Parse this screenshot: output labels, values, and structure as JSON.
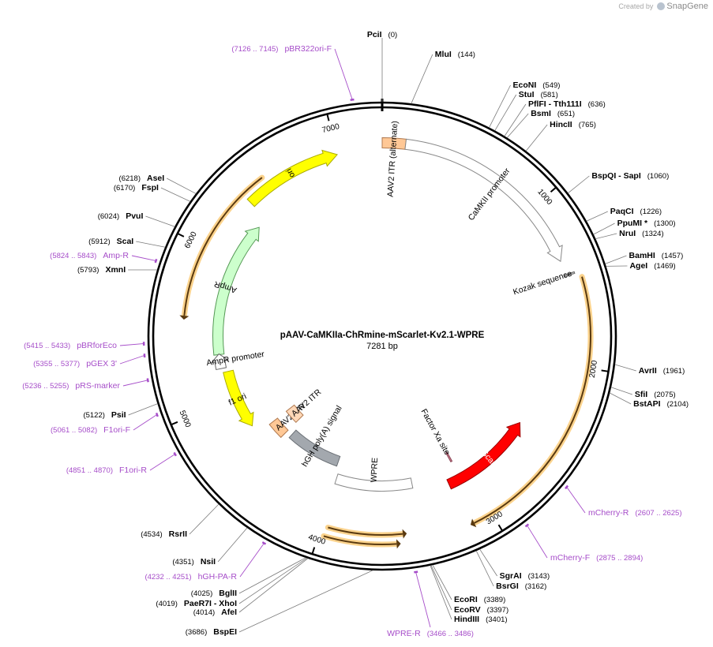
{
  "watermark": {
    "prefix": "Created by",
    "brand": "SnapGene"
  },
  "plasmid": {
    "name": "pAAV-CaMKIIa-ChRmine-mScarlet-Kv2.1-WPRE",
    "length_label": "7281 bp",
    "length": 7281
  },
  "colors": {
    "primer": "#a64dc9",
    "site_line": "#7a7a7a",
    "tick_line": "#000000"
  },
  "ticks": [
    "1000",
    "2000",
    "3000",
    "4000",
    "5000",
    "6000",
    "7000"
  ],
  "sites": [
    {
      "name": "PciI",
      "pos": "(0)",
      "bp": 0
    },
    {
      "name": "MluI",
      "pos": "(144)",
      "bp": 144
    },
    {
      "name": "EcoNI",
      "pos": "(549)",
      "bp": 549
    },
    {
      "name": "StuI",
      "pos": "(581)",
      "bp": 581
    },
    {
      "name": "PflFI  - Tth111I",
      "pos": "(636)",
      "bp": 636
    },
    {
      "name": "BsmI",
      "pos": "(651)",
      "bp": 651
    },
    {
      "name": "HincII",
      "pos": "(765)",
      "bp": 765
    },
    {
      "name": "BspQI  - SapI",
      "pos": "(1060)",
      "bp": 1060
    },
    {
      "name": "PaqCI",
      "pos": "(1226)",
      "bp": 1226
    },
    {
      "name": "PpuMI *",
      "pos": "(1300)",
      "bp": 1300
    },
    {
      "name": "NruI",
      "pos": "(1324)",
      "bp": 1324
    },
    {
      "name": "BamHI",
      "pos": "(1457)",
      "bp": 1457
    },
    {
      "name": "AgeI",
      "pos": "(1469)",
      "bp": 1469
    },
    {
      "name": "AvrII",
      "pos": "(1961)",
      "bp": 1961
    },
    {
      "name": "SfiI",
      "pos": "(2075)",
      "bp": 2075
    },
    {
      "name": "BstAPI",
      "pos": "(2104)",
      "bp": 2104
    },
    {
      "name": "SgrAI",
      "pos": "(3143)",
      "bp": 3143
    },
    {
      "name": "BsrGI",
      "pos": "(3162)",
      "bp": 3162
    },
    {
      "name": "EcoRI",
      "pos": "(3389)",
      "bp": 3389
    },
    {
      "name": "EcoRV",
      "pos": "(3397)",
      "bp": 3397
    },
    {
      "name": "HindIII",
      "pos": "(3401)",
      "bp": 3401
    },
    {
      "name": "BspEI",
      "pos": "(3686)",
      "bp": 3686
    },
    {
      "name": "AfeI",
      "pos": "(4014)",
      "bp": 4014
    },
    {
      "name": "PaeR7I  - XhoI",
      "pos": "(4019)",
      "bp": 4019
    },
    {
      "name": "BglII",
      "pos": "(4025)",
      "bp": 4025
    },
    {
      "name": "NsiI",
      "pos": "(4351)",
      "bp": 4351
    },
    {
      "name": "RsrII",
      "pos": "(4534)",
      "bp": 4534
    },
    {
      "name": "PsiI",
      "pos": "(5122)",
      "bp": 5122
    },
    {
      "name": "XmnI",
      "pos": "(5793)",
      "bp": 5793
    },
    {
      "name": "ScaI",
      "pos": "(5912)",
      "bp": 5912
    },
    {
      "name": "PvuI",
      "pos": "(6024)",
      "bp": 6024
    },
    {
      "name": "FspI",
      "pos": "(6170)",
      "bp": 6170
    },
    {
      "name": "AseI",
      "pos": "(6218)",
      "bp": 6218
    }
  ],
  "primers": [
    {
      "name": "pBR322ori-F",
      "range": "(7126 .. 7145)",
      "bp": 7135
    },
    {
      "name": "mCherry-R",
      "range": "(2607 .. 2625)",
      "bp": 2616
    },
    {
      "name": "mCherry-F",
      "range": "(2875 .. 2894)",
      "bp": 2884
    },
    {
      "name": "WPRE-R",
      "range": "(3466 .. 3486)",
      "bp": 3476
    },
    {
      "name": "hGH-PA-R",
      "range": "(4232 .. 4251)",
      "bp": 4241
    },
    {
      "name": "F1ori-R",
      "range": "(4851 .. 4870)",
      "bp": 4860
    },
    {
      "name": "F1ori-F",
      "range": "(5061 .. 5082)",
      "bp": 5071
    },
    {
      "name": "pRS-marker",
      "range": "(5236 .. 5255)",
      "bp": 5245
    },
    {
      "name": "pGEX 3'",
      "range": "(5355 .. 5377)",
      "bp": 5366
    },
    {
      "name": "pBRforEco",
      "range": "(5415 .. 5433)",
      "bp": 5424
    },
    {
      "name": "Amp-R",
      "range": "(5824 .. 5843)",
      "bp": 5833
    }
  ],
  "features": [
    {
      "label": "ori",
      "start": 6380,
      "end": 7000,
      "strand": 1,
      "color": "#ffff00",
      "stroke": "#aaaa00"
    },
    {
      "label": "AAV2 ITR (alternate)",
      "start": 0,
      "end": 141,
      "strand": 0,
      "color": "#ffc896",
      "stroke": "#b07a50"
    },
    {
      "label": "CaMKII promoter",
      "start": 141,
      "end": 1360,
      "strand": 1,
      "color": "#ffffff",
      "stroke": "#888888"
    },
    {
      "label": "Kozak sequence",
      "start": 1445,
      "end": 1455,
      "strand": 0,
      "color": "#c0c0c0",
      "stroke": "#666666"
    },
    {
      "label": "mScarlet",
      "start": 2470,
      "end": 3150,
      "strand": -1,
      "color": "#ff0000",
      "stroke": "#990000"
    },
    {
      "label": "Factor Xa site",
      "start": 3050,
      "end": 3062,
      "strand": 0,
      "color": "#d08090",
      "stroke": "#884455"
    },
    {
      "label": "WPRE",
      "start": 3410,
      "end": 4000,
      "strand": 0,
      "color": "#ffffff",
      "stroke": "#888888"
    },
    {
      "label": "hGH poly(A) signal",
      "start": 4030,
      "end": 4500,
      "strand": 0,
      "color": "#a3a8ae",
      "stroke": "#6a6f75"
    },
    {
      "label": "AAV2 ITR",
      "start": 4550,
      "end": 4690,
      "strand": 0,
      "color": "#ffc896",
      "stroke": "#b07a50"
    },
    {
      "label": "AAV2 ITR",
      "start": 4550,
      "end": 4690,
      "strand": 0,
      "color": "#ffd8b8",
      "stroke": "#b07a50"
    },
    {
      "label": "f1 ori",
      "start": 4760,
      "end": 5200,
      "strand": -1,
      "color": "#ffff00",
      "stroke": "#aaaa00"
    },
    {
      "label": "AmpR",
      "start": 5330,
      "end": 6300,
      "strand": 1,
      "color": "#ccffcc",
      "stroke": "#559955"
    },
    {
      "label": "AmpR promoter",
      "start": 5230,
      "end": 5335,
      "strand": 1,
      "color": "#ffffff",
      "stroke": "#666666"
    }
  ],
  "orfs": [
    {
      "start": 1485,
      "end": 3110,
      "strand": 1
    },
    {
      "start": 3520,
      "end": 3960,
      "strand": -1
    },
    {
      "start": 3560,
      "end": 3970,
      "strand": -1
    },
    {
      "start": 5580,
      "end": 6530,
      "strand": -1
    }
  ]
}
